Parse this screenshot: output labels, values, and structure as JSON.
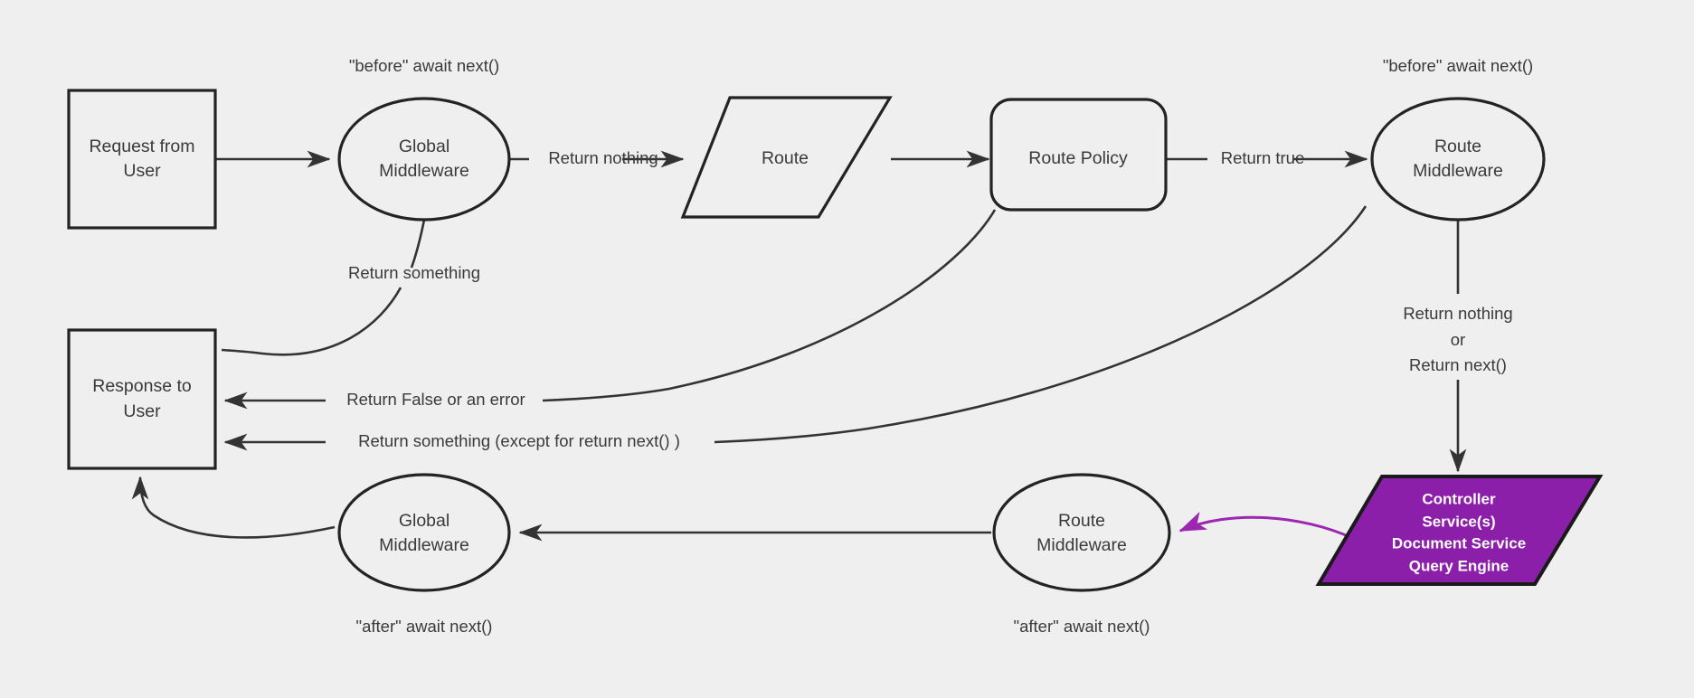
{
  "diagram": {
    "title": "Request lifecycle middleware flow",
    "background_color": "#efefef",
    "stroke_color": "#333333",
    "accent_color": "#8B1FA9",
    "accent_edge_color": "#9C27B0"
  },
  "nodes": {
    "request_from_user": {
      "line1": "Request from",
      "line2": "User",
      "shape": "rectangle"
    },
    "global_middleware_before": {
      "line1": "Global",
      "line2": "Middleware",
      "shape": "ellipse"
    },
    "route": {
      "line1": "Route",
      "shape": "parallelogram"
    },
    "route_policy": {
      "line1": "Route Policy",
      "shape": "rounded-rectangle"
    },
    "route_middleware_before": {
      "line1": "Route",
      "line2": "Middleware",
      "shape": "ellipse"
    },
    "controller_services": {
      "line1": "Controller",
      "line2": "Service(s)",
      "line3": "Document Service",
      "line4": "Query Engine",
      "shape": "parallelogram"
    },
    "route_middleware_after": {
      "line1": "Route",
      "line2": "Middleware",
      "shape": "ellipse"
    },
    "global_middleware_after": {
      "line1": "Global",
      "line2": "Middleware",
      "shape": "ellipse"
    },
    "response_to_user": {
      "line1": "Response to",
      "line2": "User",
      "shape": "rectangle"
    }
  },
  "annotations": {
    "before_global": "\"before\" await next()",
    "before_route": "\"before\" await next()",
    "after_global": "\"after\" await next()",
    "after_route": "\"after\" await next()"
  },
  "edge_labels": {
    "return_nothing": "Return nothing",
    "return_true": "Return true",
    "return_something": "Return something",
    "return_false_or_error": "Return False or an error",
    "return_something_except": "Return something (except for return next() )",
    "return_nothing_or_next_l1": "Return nothing",
    "return_nothing_or_next_l2": "or",
    "return_nothing_or_next_l3": "Return next()"
  }
}
